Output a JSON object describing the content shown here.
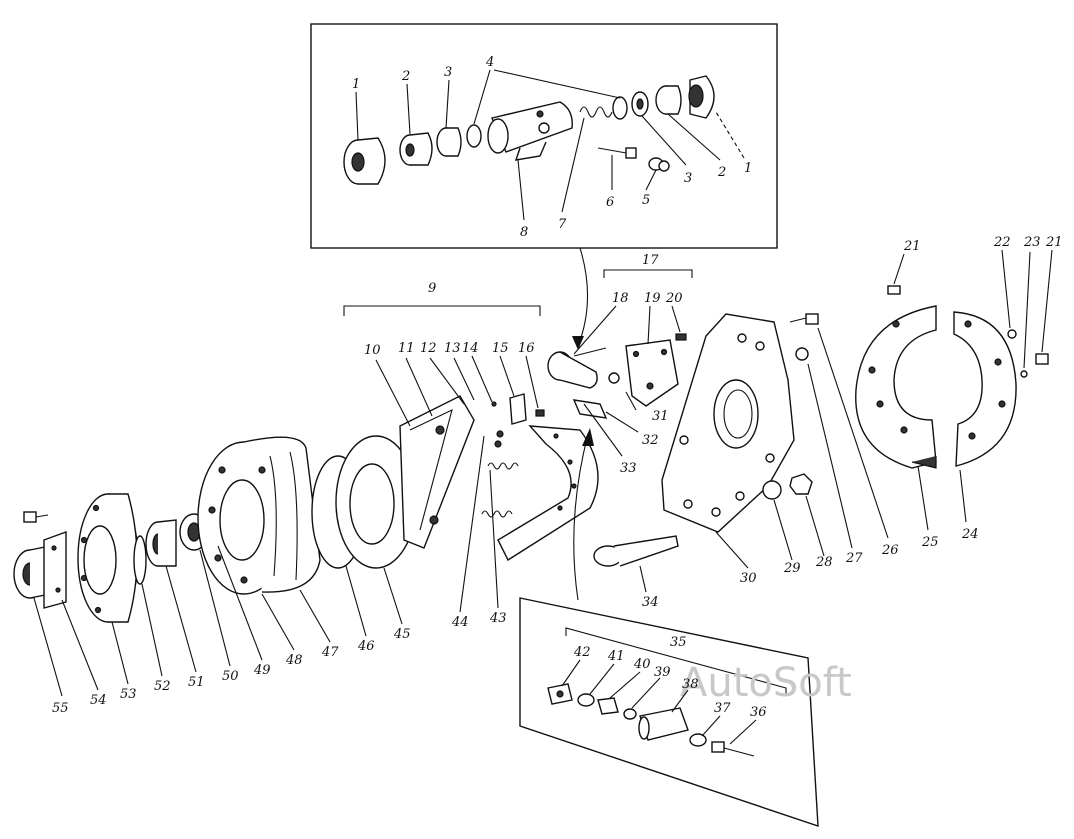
{
  "watermark": "AutoSoft",
  "callouts": {
    "wheel_cylinder": [
      "1",
      "2",
      "3",
      "4",
      "3",
      "2",
      "1",
      "8",
      "7",
      "6",
      "5"
    ],
    "main": [
      "9",
      "10",
      "11",
      "12",
      "13",
      "14",
      "15",
      "16",
      "17",
      "18",
      "19",
      "20",
      "31",
      "32",
      "33",
      "21",
      "22",
      "23",
      "21",
      "24",
      "25",
      "26",
      "27",
      "28",
      "29",
      "30",
      "34",
      "43",
      "44",
      "45",
      "46",
      "47",
      "48",
      "49",
      "50",
      "51",
      "52",
      "53",
      "54",
      "55"
    ],
    "adjuster": [
      "35",
      "42",
      "41",
      "40",
      "39",
      "38",
      "37",
      "36"
    ]
  }
}
